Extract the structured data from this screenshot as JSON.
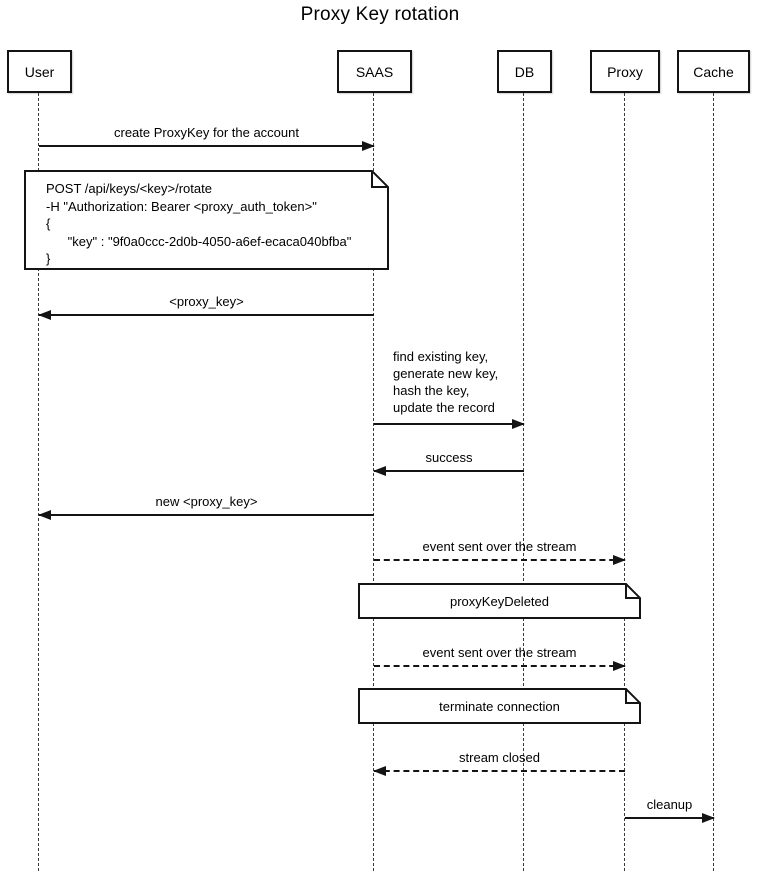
{
  "title": "Proxy Key rotation",
  "participants": [
    {
      "name": "User"
    },
    {
      "name": "SAAS"
    },
    {
      "name": "DB"
    },
    {
      "name": "Proxy"
    },
    {
      "name": "Cache"
    }
  ],
  "messages": {
    "create_key": {
      "label": "create ProxyKey for the account",
      "from": "User",
      "to": "SAAS",
      "style": "solid"
    },
    "proxy_key": {
      "label": "<proxy_key>",
      "from": "SAAS",
      "to": "User",
      "style": "solid"
    },
    "db_update": {
      "label": "find existing key,\ngenerate new key,\nhash the key,\nupdate the record",
      "from": "SAAS",
      "to": "DB",
      "style": "solid"
    },
    "success": {
      "label": "success",
      "from": "DB",
      "to": "SAAS",
      "style": "solid"
    },
    "new_proxy_key": {
      "label": "new <proxy_key>",
      "from": "SAAS",
      "to": "User",
      "style": "solid"
    },
    "event_stream_1": {
      "label": "event sent over the stream",
      "from": "SAAS",
      "to": "Proxy",
      "style": "dashed"
    },
    "event_stream_2": {
      "label": "event sent over the stream",
      "from": "SAAS",
      "to": "Proxy",
      "style": "dashed"
    },
    "stream_closed": {
      "label": "stream closed",
      "from": "Proxy",
      "to": "SAAS",
      "style": "dashed"
    },
    "cleanup": {
      "label": "cleanup",
      "from": "Proxy",
      "to": "Cache",
      "style": "solid"
    }
  },
  "notes": {
    "request": {
      "text": "POST /api/keys/<key>/rotate\n-H \"Authorization: Bearer <proxy_auth_token>\"\n{\n      \"key\" : \"9f0a0ccc-2d0b-4050-a6ef-ecaca040bfba\"\n}"
    },
    "proxy_key_deleted": {
      "text": "proxyKeyDeleted"
    },
    "terminate_connection": {
      "text": "terminate connection"
    }
  },
  "colors": {
    "line": "#141414",
    "background": "#ffffff"
  }
}
